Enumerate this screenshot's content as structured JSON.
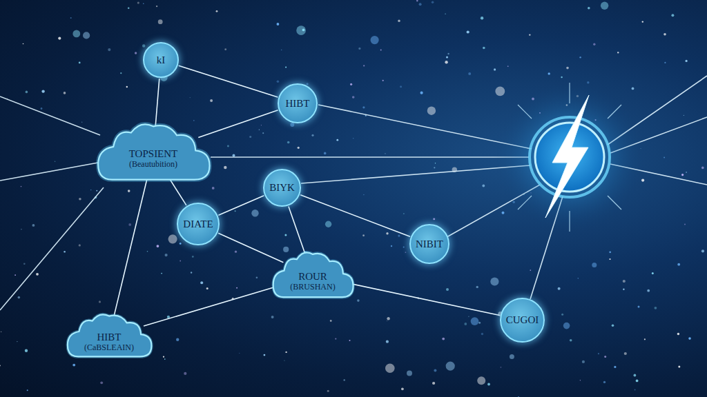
{
  "diagram": {
    "nodes": [
      {
        "text": [
          "kI"
        ]
      },
      {
        "text": [
          "HIBT"
        ]
      },
      {
        "text": [
          "TOPSIENT",
          "(Beautubition)"
        ]
      },
      {
        "text": [
          "BIYK"
        ]
      },
      {
        "text": [
          "DIATE"
        ]
      },
      {
        "text": [
          "NIBIT"
        ]
      },
      {
        "text": [
          "ROUR",
          "(BRUSHAN)"
        ]
      },
      {
        "text": [
          "CUGOI"
        ]
      },
      {
        "text": [
          "HIBT",
          "(CaBSLEAIN)"
        ]
      }
    ],
    "edges": [
      {
        "from": 0,
        "to": 2,
        "arrow": "none"
      },
      {
        "from": 0,
        "to": 1,
        "arrow": "none"
      },
      {
        "from": 2,
        "to": 1,
        "arrow": "none"
      },
      {
        "from": 3,
        "to": 4,
        "arrow": "none"
      },
      {
        "from": 4,
        "to": 2,
        "arrow": "none"
      },
      {
        "from": 4,
        "to": 6,
        "arrow": "none"
      },
      {
        "from": 3,
        "to": 5,
        "arrow": "none"
      },
      {
        "from": 3,
        "to": 6,
        "arrow": "none"
      },
      {
        "from": 6,
        "to": 7,
        "arrow": "none"
      },
      {
        "from": 8,
        "to": 2,
        "arrow": "none"
      },
      {
        "from": 8,
        "to": 6,
        "arrow": "none"
      }
    ]
  }
}
